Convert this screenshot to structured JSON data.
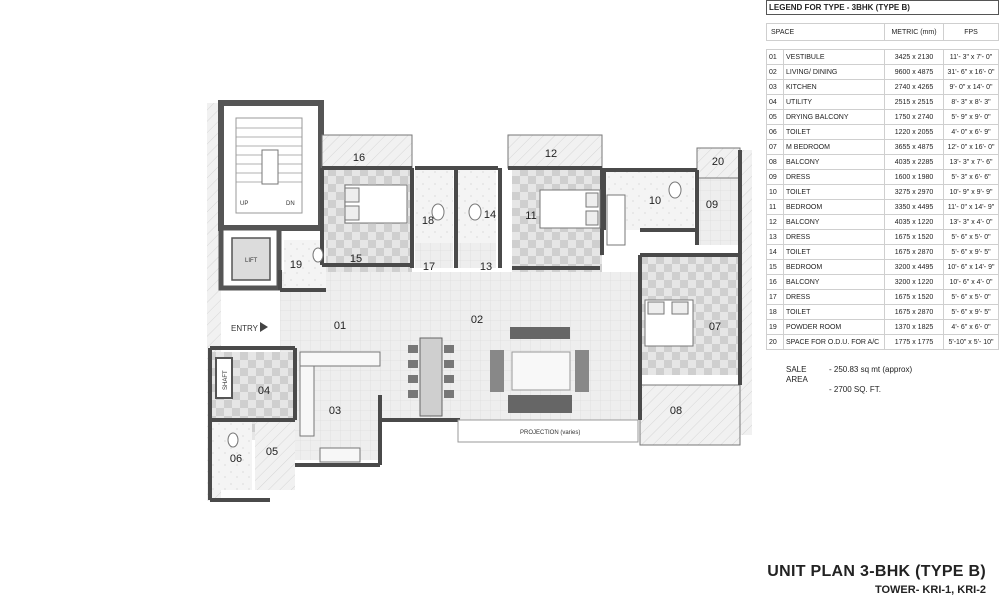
{
  "legend": {
    "title": "LEGEND FOR TYPE - 3BHK (TYPE B)",
    "headers": {
      "space": "SPACE",
      "metric": "METRIC (mm)",
      "fps": "FPS"
    },
    "rows": [
      {
        "no": "01",
        "space": "VESTIBULE",
        "metric": "3425 x 2130",
        "fps": "11'- 3\" x 7'- 0\""
      },
      {
        "no": "02",
        "space": "LIVING/ DINING",
        "metric": "9600 x 4875",
        "fps": "31'- 6\" x 16'- 0\""
      },
      {
        "no": "03",
        "space": "KITCHEN",
        "metric": "2740 x 4265",
        "fps": "9'- 0\" x 14'- 0\""
      },
      {
        "no": "04",
        "space": "UTILITY",
        "metric": "2515 x 2515",
        "fps": "8'- 3\" x 8'- 3\""
      },
      {
        "no": "05",
        "space": "DRYING BALCONY",
        "metric": "1750 x 2740",
        "fps": "5'- 9\" x 9'- 0\""
      },
      {
        "no": "06",
        "space": "TOILET",
        "metric": "1220 x 2055",
        "fps": "4'- 0\" x 6'- 9\""
      },
      {
        "no": "07",
        "space": "M BEDROOM",
        "metric": "3655 x 4875",
        "fps": "12'- 0\" x 16'- 0\""
      },
      {
        "no": "08",
        "space": "BALCONY",
        "metric": "4035 x 2285",
        "fps": "13'- 3\" x 7'- 6\""
      },
      {
        "no": "09",
        "space": "DRESS",
        "metric": "1600 x 1980",
        "fps": "5'- 3\" x 6'- 6\""
      },
      {
        "no": "10",
        "space": "TOILET",
        "metric": "3275 x 2970",
        "fps": "10'- 9\" x 9'- 9\""
      },
      {
        "no": "11",
        "space": "BEDROOM",
        "metric": "3350 x 4495",
        "fps": "11'- 0\" x 14'- 9\""
      },
      {
        "no": "12",
        "space": "BALCONY",
        "metric": "4035 x 1220",
        "fps": "13'- 3\" x 4'- 0\""
      },
      {
        "no": "13",
        "space": "DRESS",
        "metric": "1675 x 1520",
        "fps": "5'- 6\" x 5'- 0\""
      },
      {
        "no": "14",
        "space": "TOILET",
        "metric": "1675 x 2870",
        "fps": "5'- 6\" x 9'- 5\""
      },
      {
        "no": "15",
        "space": "BEDROOM",
        "metric": "3200 x 4495",
        "fps": "10'- 6\" x 14'- 9\""
      },
      {
        "no": "16",
        "space": "BALCONY",
        "metric": "3200 x 1220",
        "fps": "10'- 6\" x 4'- 0\""
      },
      {
        "no": "17",
        "space": "DRESS",
        "metric": "1675 x 1520",
        "fps": "5'- 6\" x 5'- 0\""
      },
      {
        "no": "18",
        "space": "TOILET",
        "metric": "1675 x 2870",
        "fps": "5'- 6\" x 9'- 5\""
      },
      {
        "no": "19",
        "space": "POWDER ROOM",
        "metric": "1370 x 1825",
        "fps": "4'- 6\" x 6'- 0\""
      },
      {
        "no": "20",
        "space": "SPACE FOR O.D.U. FOR A/C",
        "metric": "1775 x 1775",
        "fps": "5'-10\" x 5'- 10\""
      }
    ]
  },
  "sale_area": {
    "label": "SALE AREA",
    "metric": "- 250.83 sq mt (approx)",
    "fps": "- 2700 SQ. FT."
  },
  "plan_title": "UNIT PLAN 3-BHK (TYPE B)",
  "tower": "TOWER- KRI-1, KRI-2",
  "plan_labels": {
    "up": "UP",
    "dn": "DN",
    "lift": "LIFT",
    "entry": "ENTRY",
    "shaft": "SHAFT",
    "projection": "PROJECTION (varies)"
  },
  "room_numbers": {
    "r01": "01",
    "r02": "02",
    "r03": "03",
    "r04": "04",
    "r05": "05",
    "r06": "06",
    "r07": "07",
    "r08": "08",
    "r09": "09",
    "r10": "10",
    "r11": "11",
    "r12": "12",
    "r13": "13",
    "r14": "14",
    "r15": "15",
    "r16": "16",
    "r17": "17",
    "r18": "18",
    "r19": "19",
    "r20": "20"
  }
}
